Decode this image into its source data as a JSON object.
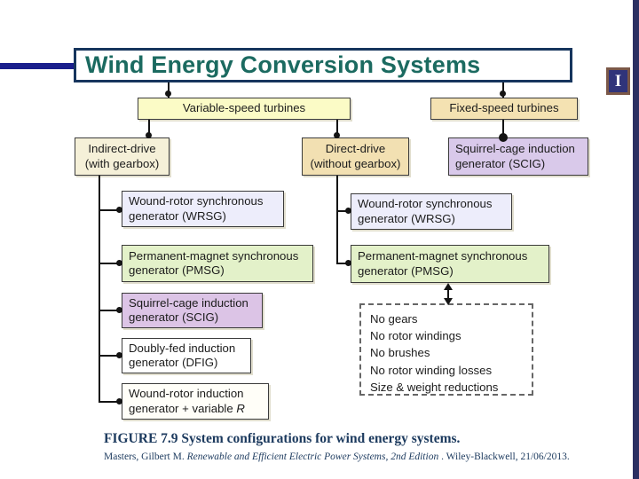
{
  "slide": {
    "title": "Wind Energy Conversion Systems",
    "logo_letter": "I"
  },
  "diagram": {
    "nodes": {
      "variable": {
        "label": "Variable-speed turbines",
        "color": "#fbfbc6"
      },
      "fixed": {
        "label": "Fixed-speed turbines",
        "color": "#f4e2b2"
      },
      "indirect": {
        "label": "Indirect-drive\n(with gearbox)",
        "color": "#f5f0d8"
      },
      "direct": {
        "label": "Direct-drive\n(without gearbox)",
        "color": "#f2e0b2"
      },
      "scig_top": {
        "label": "Squirrel-cage induction\ngenerator (SCIG)",
        "color": "#d9c9ea"
      },
      "wrsg_left": {
        "label": "Wound-rotor synchronous\ngenerator (WRSG)",
        "color": "#ededfb"
      },
      "pmsg_left": {
        "label": "Permanent-magnet synchronous\ngenerator (PMSG)",
        "color": "#e3f1c9"
      },
      "scig_left": {
        "label": "Squirrel-cage induction\ngenerator (SCIG)",
        "color": "#dcc4e6"
      },
      "dfig": {
        "label": "Doubly-fed induction\ngenerator (DFIG)",
        "color": "#ffffff"
      },
      "wrig": {
        "label_prefix": "Wound-rotor induction\ngenerator + variable ",
        "label_italic": "R",
        "color": "#fffef8"
      },
      "wrsg_right": {
        "label": "Wound-rotor synchronous\ngenerator (WRSG)",
        "color": "#ededfb"
      },
      "pmsg_right": {
        "label": "Permanent-magnet synchronous\ngenerator (PMSG)",
        "color": "#e3f1c9"
      }
    },
    "benefits": {
      "items": [
        "No gears",
        "No rotor windings",
        "No brushes",
        "No rotor winding losses",
        "Size & weight reductions"
      ]
    }
  },
  "caption": {
    "figure": "FIGURE 7.9 System configurations for wind energy systems.",
    "source_prefix": "Masters, Gilbert M. ",
    "source_italic": "Renewable and Efficient Electric Power Systems,  2nd Edition",
    "source_suffix": " . Wiley-Blackwell, 21/06/2013."
  },
  "colors": {
    "title_text": "#1b6a60",
    "title_border": "#16355d",
    "left_accent_bar": "#1a1f8c",
    "right_edge_bar": "#2b2f62",
    "caption_text": "#1c3a5e",
    "logo_border": "#7b5848",
    "logo_background": "#30347a",
    "connector": "#141414"
  }
}
